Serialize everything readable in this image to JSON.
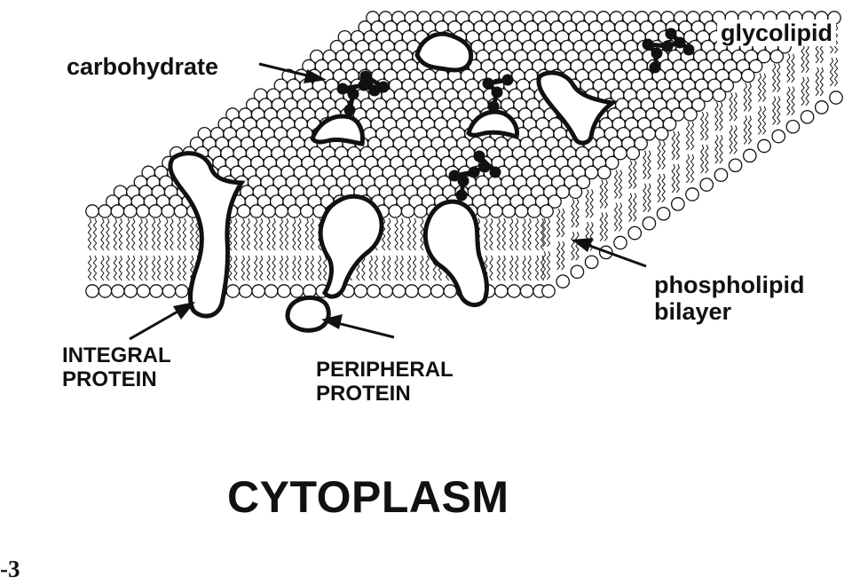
{
  "labels": {
    "carbohydrate": "carbohydrate",
    "glycolipid": "glycolipid",
    "phospholipid_bilayer": [
      "phospholipid",
      "bilayer"
    ],
    "integral_protein": [
      "INTEGRAL",
      "PROTEIN"
    ],
    "peripheral_protein": [
      "PERIPHERAL",
      "PROTEIN"
    ],
    "cytoplasm": "CYTOPLASM",
    "figure_number": "-3"
  },
  "colors": {
    "ink": "#111111",
    "paper": "#ffffff"
  }
}
